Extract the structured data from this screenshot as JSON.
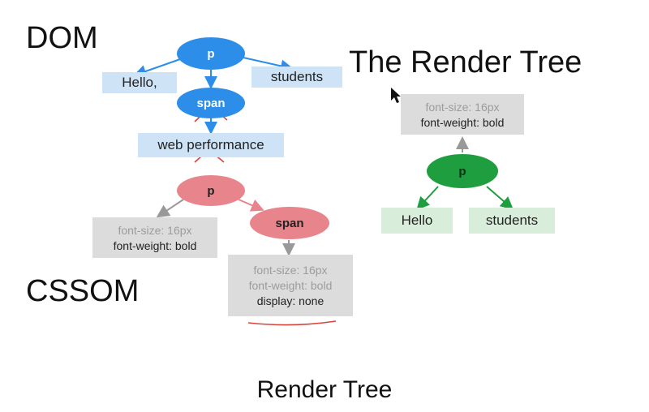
{
  "dom": {
    "title": "DOM",
    "p": "p",
    "hello": "Hello,",
    "students": "students",
    "span": "span",
    "web_performance": "web performance"
  },
  "cssom": {
    "title": "CSSOM",
    "p": "p",
    "span": "span",
    "p_styles": [
      "font-size: 16px",
      "font-weight: bold"
    ],
    "span_styles": [
      "font-size: 16px",
      "font-weight: bold",
      "display: none"
    ]
  },
  "render_tree": {
    "title": "The Render Tree",
    "styles": [
      "font-size: 16px",
      "font-weight: bold"
    ],
    "p": "p",
    "hello": "Hello",
    "students": "students"
  },
  "caption": "Render Tree",
  "colors": {
    "dom_node": "#2c8ee8",
    "dom_box": "#cfe3f7",
    "cssom_node": "#e8848c",
    "render_node": "#1f9e3f",
    "render_box": "#d8eedb",
    "style_box": "#dcdcdc",
    "strike": "#d8453c"
  }
}
